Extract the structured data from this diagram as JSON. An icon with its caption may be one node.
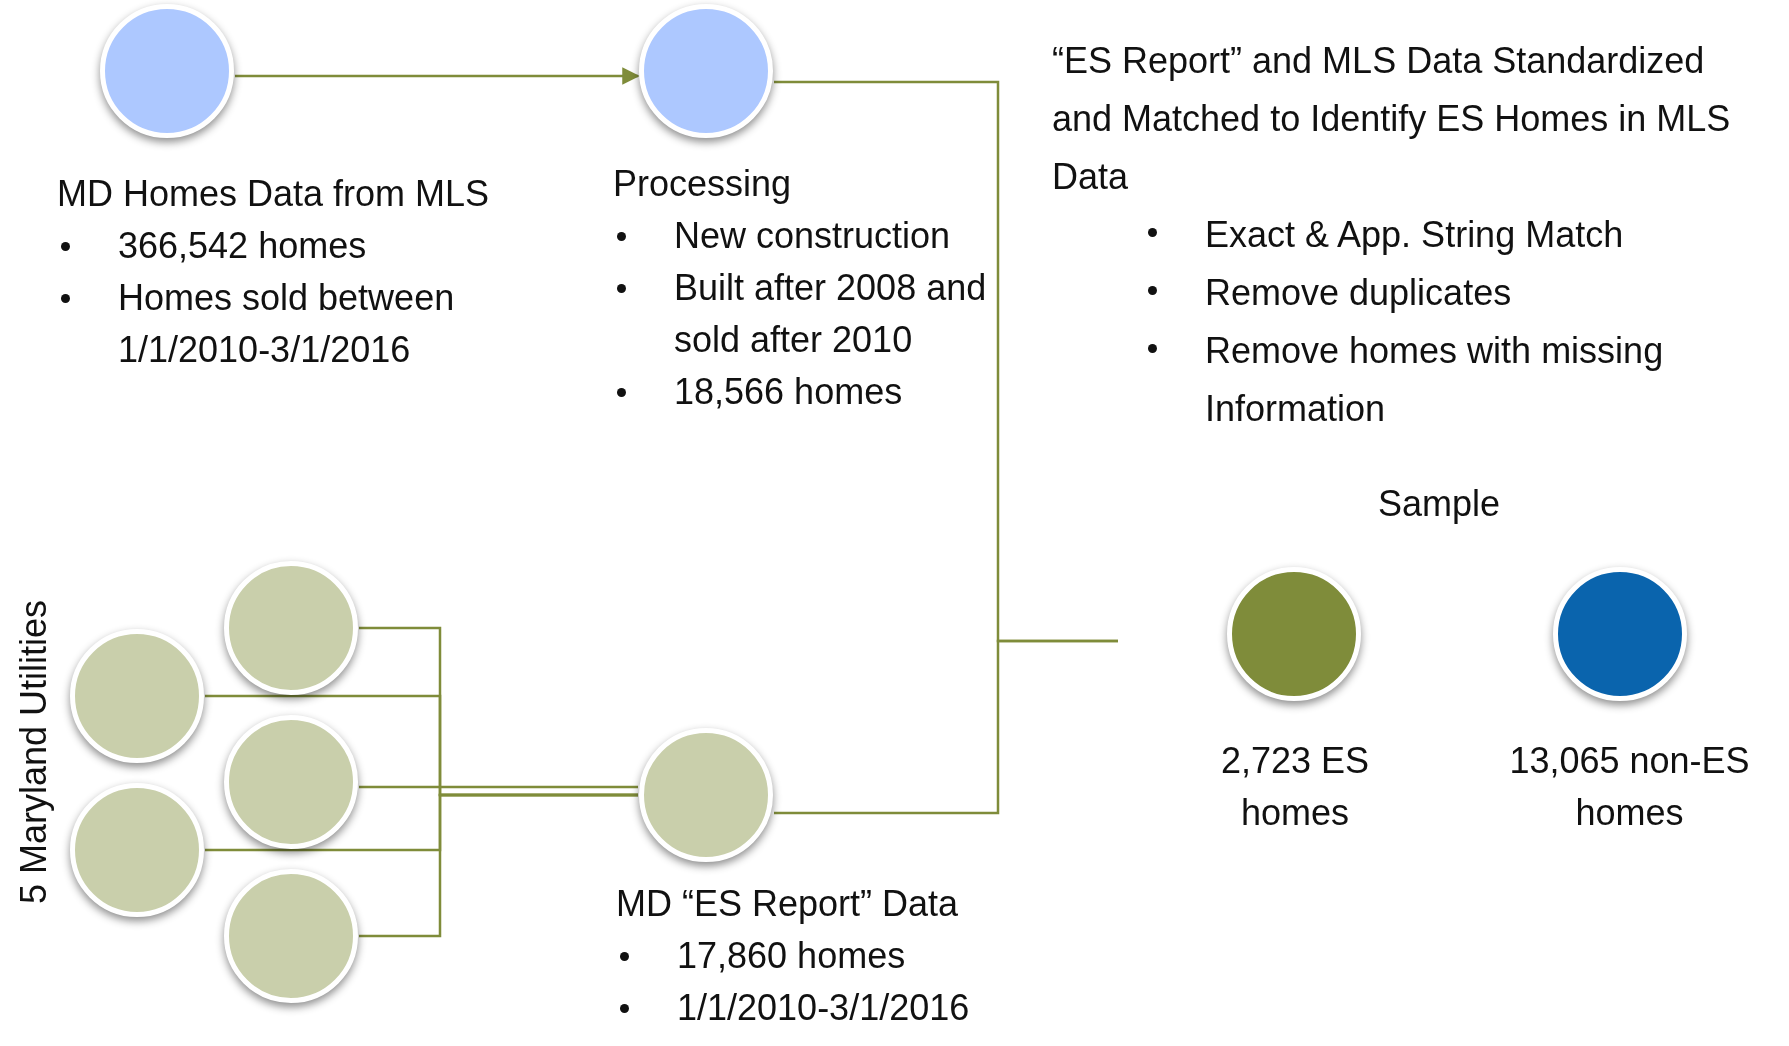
{
  "diagram": {
    "nodes": [
      {
        "text": [
          "MD Homes Data from MLS",
          "366,542 homes",
          "Homes sold between 1/1/2010-3/1/2016"
        ]
      },
      {
        "text": [
          "Processing",
          "New construction",
          "Built after 2008 and sold after 2010",
          "18,566 homes"
        ]
      },
      {
        "text": [
          "2,723 ES homes"
        ]
      },
      {
        "text": [
          "13,065 non-ES homes"
        ]
      },
      {
        "text": [],
        "shape": "circle"
      },
      {
        "text": [],
        "shape": "circle"
      },
      {
        "text": [],
        "shape": "circle"
      },
      {
        "text": [],
        "shape": "circle"
      },
      {
        "text": [],
        "shape": "circle"
      },
      {
        "text": [
          "MD “ES Report” Data",
          "17,860 homes",
          "1/1/2010-3/1/2016"
        ]
      }
    ],
    "edges": [
      {
        "from": 0,
        "to": 1,
        "arrow": "to"
      },
      {
        "from": 4,
        "to": 9,
        "arrow": "none"
      },
      {
        "from": 5,
        "to": 9,
        "arrow": "none"
      },
      {
        "from": 6,
        "to": 9,
        "arrow": "none"
      },
      {
        "from": 7,
        "to": 9,
        "arrow": "none"
      },
      {
        "from": 8,
        "to": 9,
        "arrow": "none"
      },
      {
        "from": 1,
        "to": null,
        "arrow": "none"
      },
      {
        "from": 9,
        "to": null,
        "arrow": "none"
      }
    ],
    "labels": [
      "“ES Report” and MLS Data Standardized and Matched to Identify ES Homes in MLS Data",
      "Exact & App. String Match",
      "Remove duplicates",
      "Remove homes with missing Information",
      "Sample",
      "5 Maryland Utilities"
    ]
  }
}
